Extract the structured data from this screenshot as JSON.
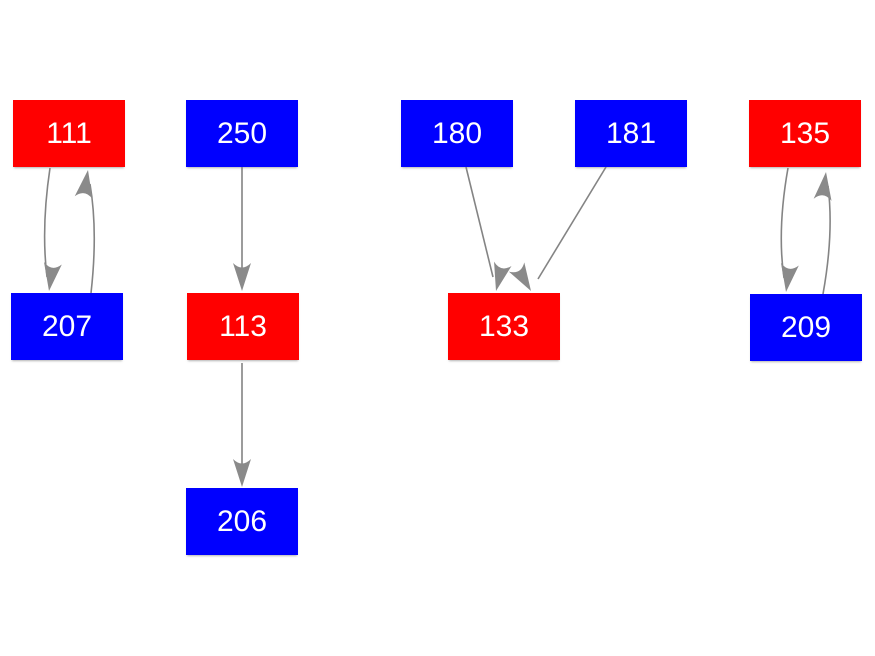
{
  "graph": {
    "background_color": "#ffffff",
    "node_text_color": "#ffffff",
    "node_red_color": "#ff0000",
    "node_blue_color": "#0000ff",
    "edge_color": "#848484",
    "nodes": [
      {
        "id": "111",
        "label": "111",
        "color": "#ff0000"
      },
      {
        "id": "207",
        "label": "207",
        "color": "#0000ff"
      },
      {
        "id": "250",
        "label": "250",
        "color": "#0000ff"
      },
      {
        "id": "113",
        "label": "113",
        "color": "#ff0000"
      },
      {
        "id": "206",
        "label": "206",
        "color": "#0000ff"
      },
      {
        "id": "180",
        "label": "180",
        "color": "#0000ff"
      },
      {
        "id": "181",
        "label": "181",
        "color": "#0000ff"
      },
      {
        "id": "133",
        "label": "133",
        "color": "#ff0000"
      },
      {
        "id": "135",
        "label": "135",
        "color": "#ff0000"
      },
      {
        "id": "209",
        "label": "209",
        "color": "#0000ff"
      }
    ],
    "edges": [
      {
        "from": "111",
        "to": "207",
        "direction": "down",
        "style": "curved"
      },
      {
        "from": "207",
        "to": "111",
        "direction": "up",
        "style": "curved"
      },
      {
        "from": "250",
        "to": "113",
        "direction": "down",
        "style": "straight"
      },
      {
        "from": "113",
        "to": "206",
        "direction": "down",
        "style": "straight"
      },
      {
        "from": "180",
        "to": "133",
        "direction": "down",
        "style": "straight"
      },
      {
        "from": "181",
        "to": "133",
        "direction": "down",
        "style": "straight"
      },
      {
        "from": "135",
        "to": "209",
        "direction": "down",
        "style": "curved"
      },
      {
        "from": "209",
        "to": "135",
        "direction": "up",
        "style": "curved"
      }
    ]
  }
}
